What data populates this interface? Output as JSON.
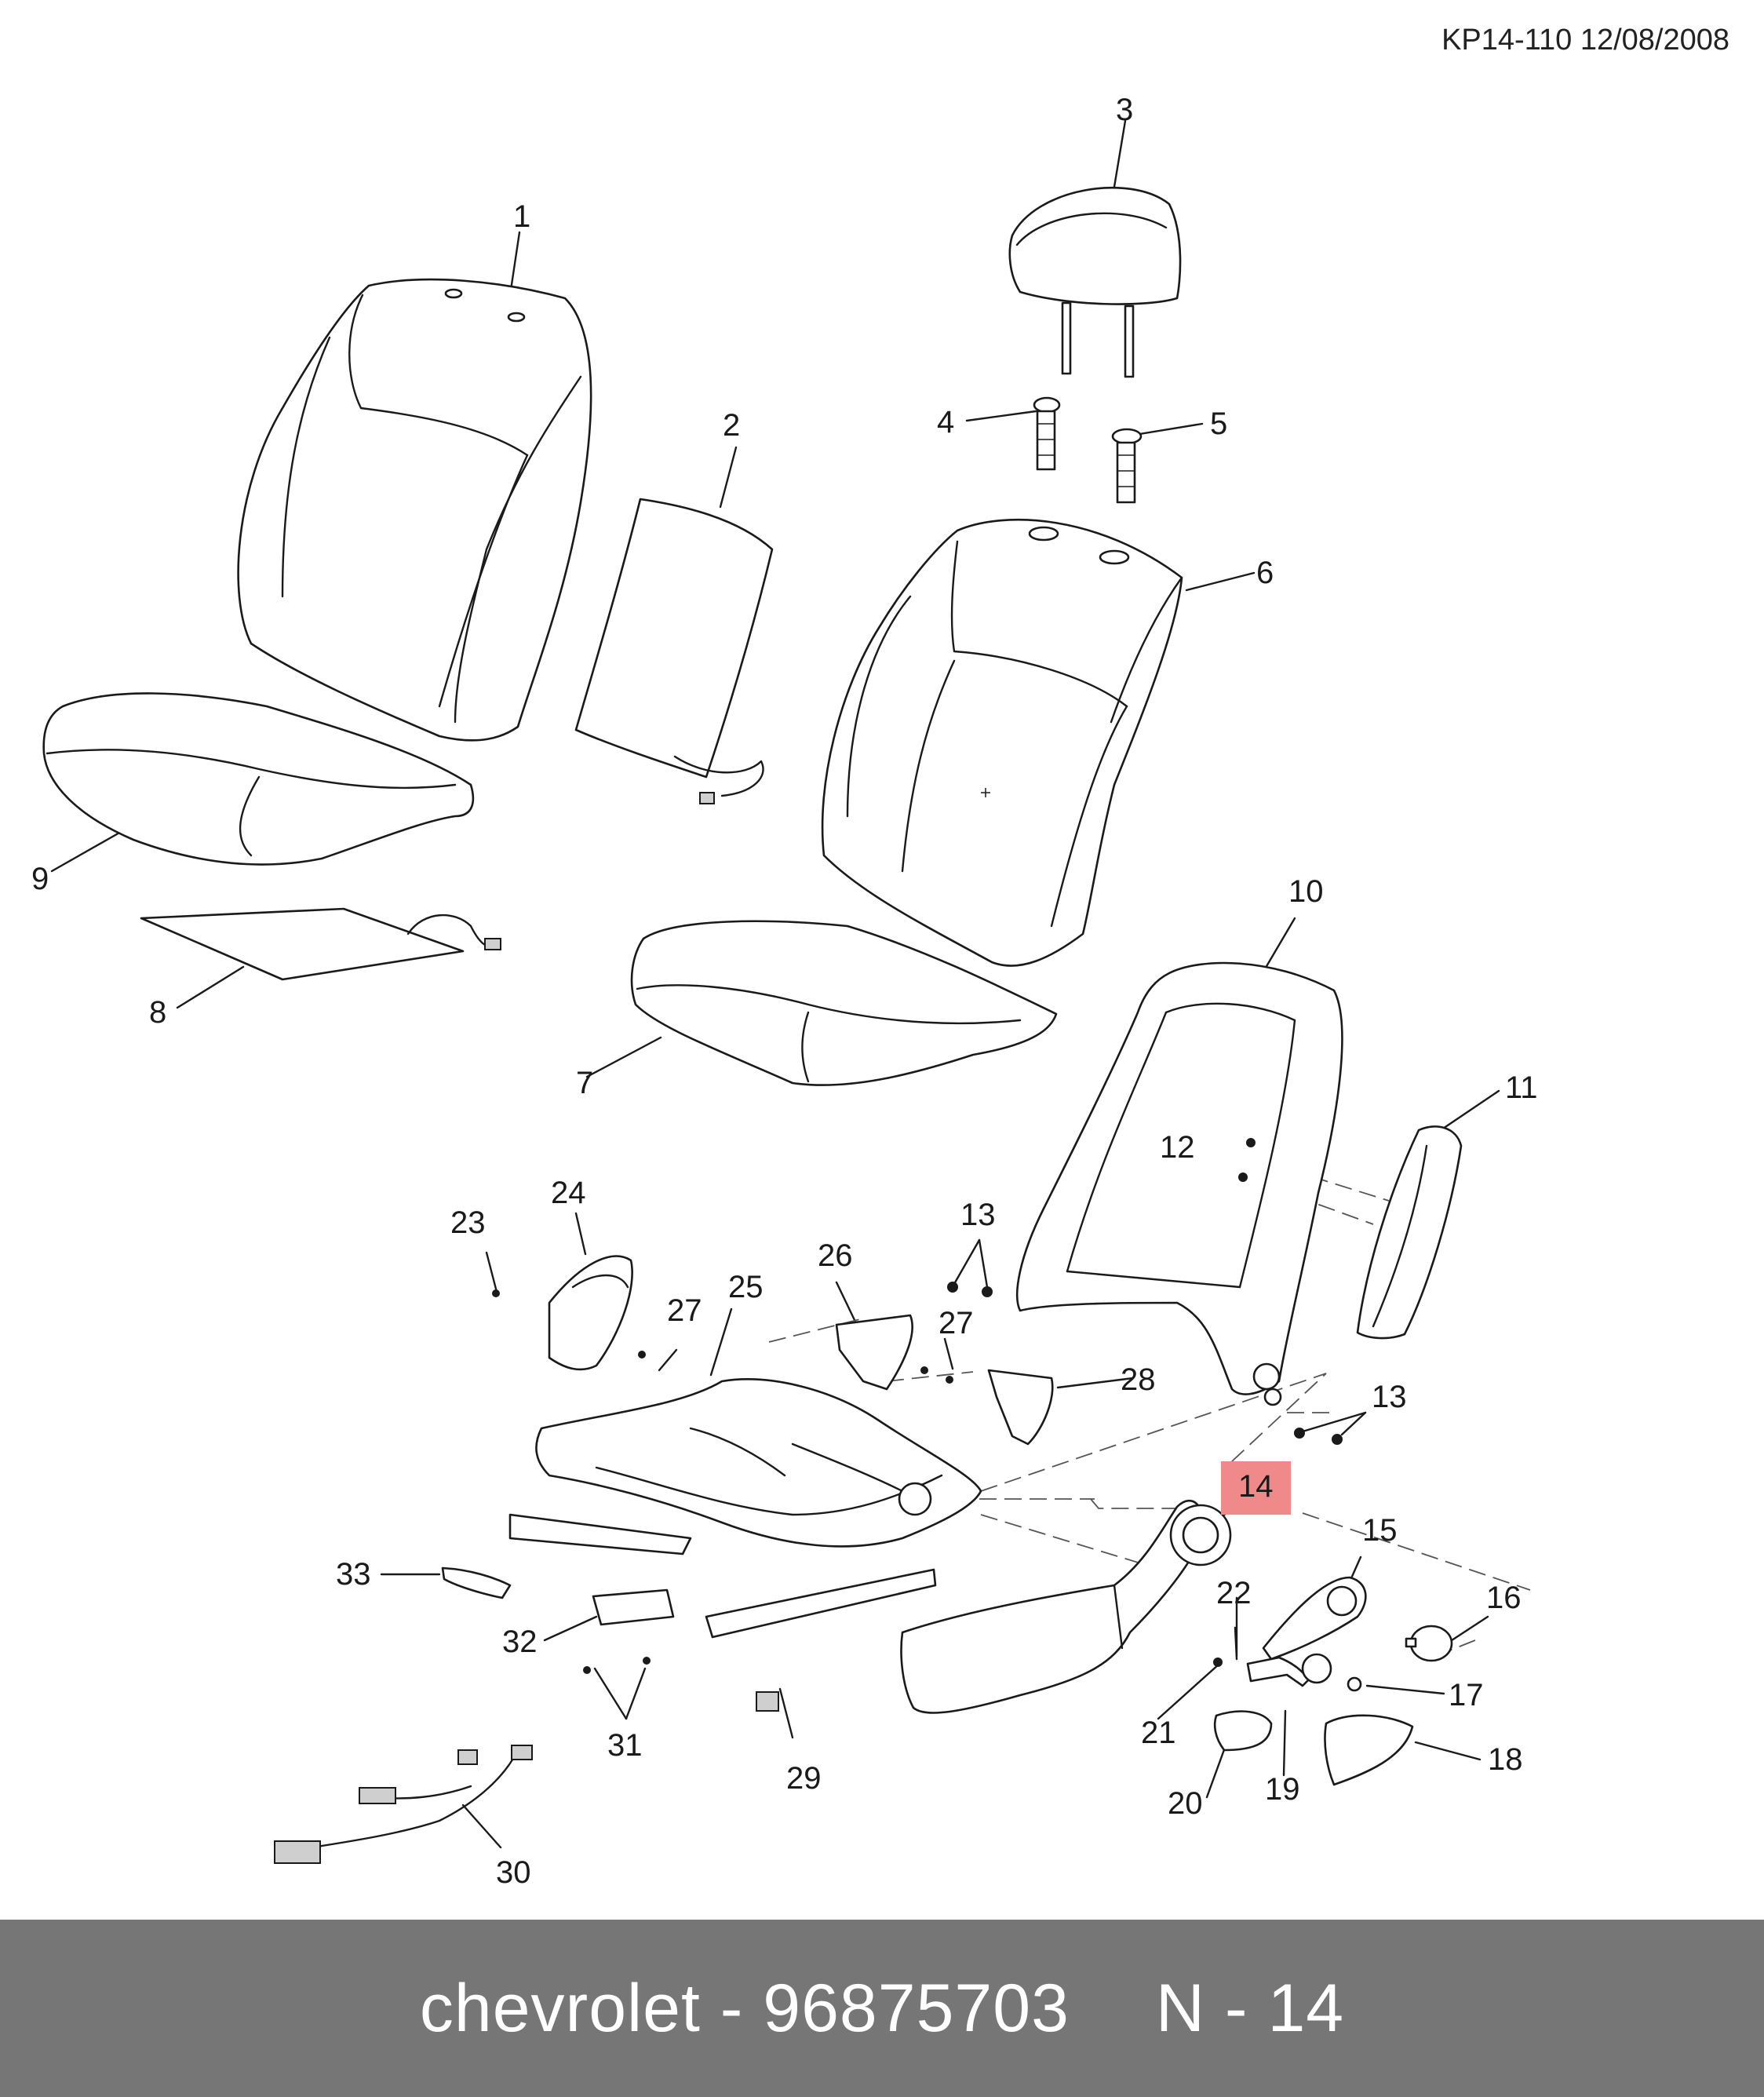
{
  "document": {
    "reference": "KP14-110 12/08/2008"
  },
  "highlighted_part": "14",
  "callouts": [
    "1",
    "2",
    "3",
    "4",
    "5",
    "6",
    "7",
    "8",
    "9",
    "10",
    "11",
    "12",
    "13",
    "13",
    "14",
    "15",
    "16",
    "17",
    "18",
    "19",
    "20",
    "21",
    "22",
    "23",
    "24",
    "25",
    "26",
    "27",
    "27",
    "28",
    "29",
    "30",
    "31",
    "32",
    "33"
  ],
  "footer": {
    "brand_part": "chevrolet - 96875703",
    "ref": "N - 14"
  },
  "colors": {
    "highlight": "#f08a8a",
    "footer_bg": "#767676",
    "footer_text": "#ffffff",
    "line": "#1a1a1a"
  }
}
